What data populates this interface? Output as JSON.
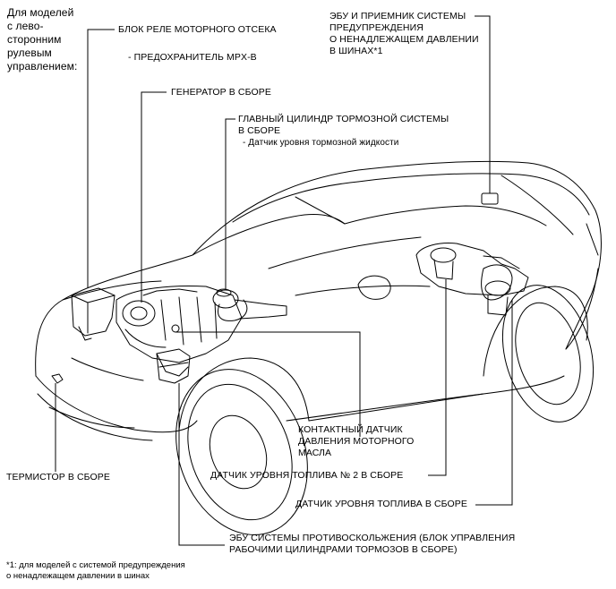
{
  "left_note": [
    "Для моделей",
    "с лево-",
    "сторонним",
    "рулевым",
    "управлением:"
  ],
  "labels": {
    "relay_block": "БЛОК РЕЛЕ МОТОРНОГО ОТСЕКА",
    "relay_block_sub": "- ПРЕДОХРАНИТЕЛЬ MPX-B",
    "generator": "ГЕНЕРАТОР В СБОРЕ",
    "master_cylinder": [
      "ГЛАВНЫЙ ЦИЛИНДР ТОРМОЗНОЙ СИСТЕМЫ",
      "В СБОРЕ"
    ],
    "master_cylinder_sub": "- Датчик уровня тормозной жидкости",
    "tpms": [
      "ЭБУ И ПРИЕМНИК СИСТЕМЫ",
      "ПРЕДУПРЕЖДЕНИЯ",
      "О НЕНАДЛЕЖАЩЕМ ДАВЛЕНИИ",
      "В ШИНАХ*1"
    ],
    "oil_pressure": [
      "КОНТАКТНЫЙ ДАТЧИК",
      "ДАВЛЕНИЯ МОТОРНОГО",
      "МАСЛА"
    ],
    "thermistor": "ТЕРМИСТОР В СБОРЕ",
    "fuel_level_2": "ДАТЧИК УРОВНЯ ТОПЛИВА № 2 В СБОРЕ",
    "fuel_level": "ДАТЧИК УРОВНЯ ТОПЛИВА В СБОРЕ",
    "abs_ecu": [
      "ЭБУ СИСТЕМЫ ПРОТИВОСКОЛЬЖЕНИЯ (БЛОК УПРАВЛЕНИЯ",
      "РАБОЧИМИ ЦИЛИНДРАМИ ТОРМОЗОВ В СБОРЕ)"
    ]
  },
  "footnote": [
    "*1: для моделей с системой предупреждения",
    "о ненадлежащем давлении в шинах"
  ]
}
